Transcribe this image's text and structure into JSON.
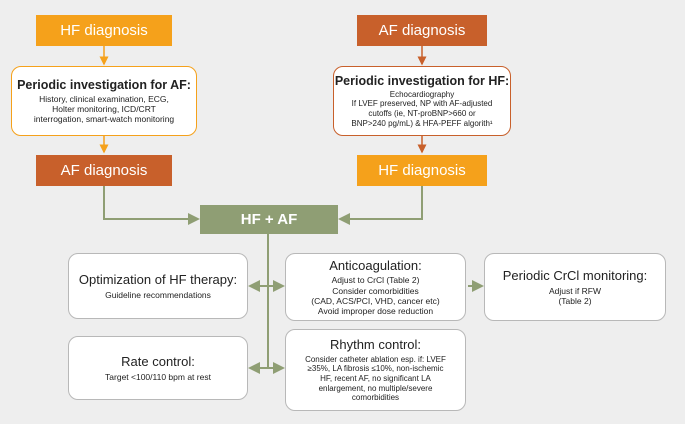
{
  "hf_diagnosis_top": "HF diagnosis",
  "af_diagnosis_top": "AF diagnosis",
  "periodic_af": {
    "title": "Periodic investigation for AF:",
    "lines": [
      "History, clinical examination, ECG,",
      "Holter monitoring, ICD/CRT",
      "interrogation, smart-watch monitoring"
    ]
  },
  "periodic_hf": {
    "title": "Periodic investigation for HF:",
    "lines": [
      "Echocardiography",
      "If LVEF preserved, NP with AF-adjusted",
      "cutoffs (ie, NT-proBNP>660 or",
      "BNP>240 pg/mL) & HFA-PEFF algorith¹"
    ]
  },
  "af_diagnosis_mid": "AF diagnosis",
  "hf_diagnosis_mid": "HF diagnosis",
  "hf_af": "HF + AF",
  "optimization": {
    "title": "Optimization of HF therapy:",
    "lines": [
      "Guideline recommendations"
    ]
  },
  "anticoagulation": {
    "title": "Anticoagulation:",
    "lines": [
      "Adjust to CrCl (Table 2)",
      "Consider comorbidities",
      "(CAD, ACS/PCI, VHD, cancer etc)",
      "Avoid improper dose reduction"
    ]
  },
  "crcl": {
    "title": "Periodic CrCl monitoring:",
    "lines": [
      "Adjust if RFW",
      "(Table 2)"
    ]
  },
  "rate": {
    "title": "Rate control:",
    "lines": [
      "Target <100/110 bpm at rest"
    ]
  },
  "rhythm": {
    "title": "Rhythm control:",
    "lines": [
      "Consider catheter ablation esp. if: LVEF",
      "≥35%, LA fibrosis ≤10%, non-ischemic",
      "HF, recent AF, no significant LA",
      "enlargement, no multiple/severe",
      "comorbidities"
    ]
  },
  "colors": {
    "yellow": "#f5a11b",
    "orange": "#c8602b",
    "green": "#8f9e74",
    "connector": "#8f9e74"
  }
}
